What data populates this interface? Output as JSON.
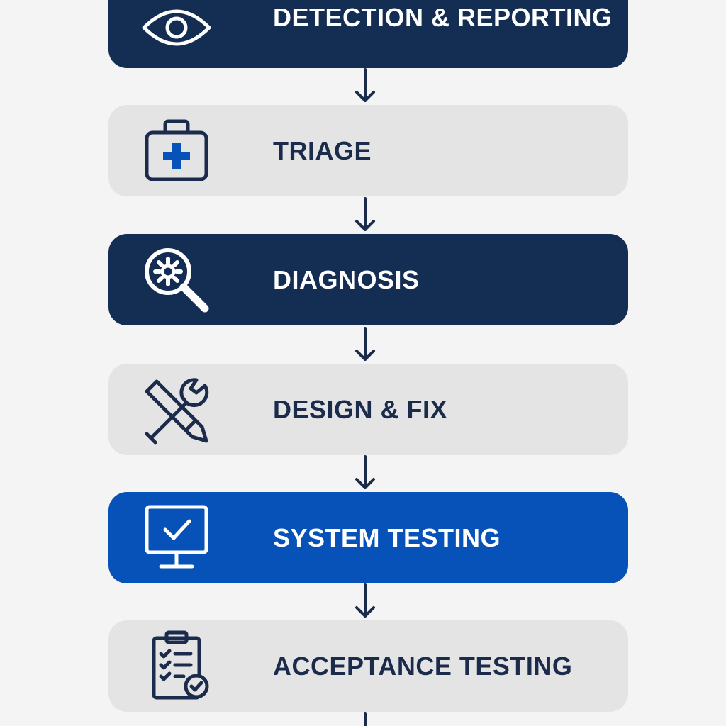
{
  "flow": {
    "steps": [
      {
        "label": "DETECTION & REPORTING",
        "icon": "eye-icon",
        "style": "dark"
      },
      {
        "label": "TRIAGE",
        "icon": "first-aid-kit-icon",
        "style": "light"
      },
      {
        "label": "DIAGNOSIS",
        "icon": "magnifier-gear-icon",
        "style": "dark"
      },
      {
        "label": "DESIGN & FIX",
        "icon": "wrench-pencil-icon",
        "style": "light"
      },
      {
        "label": "SYSTEM TESTING",
        "icon": "monitor-check-icon",
        "style": "accent"
      },
      {
        "label": "ACCEPTANCE TESTING",
        "icon": "clipboard-checklist-icon",
        "style": "light"
      }
    ]
  },
  "colors": {
    "dark": "#142d52",
    "light": "#e4e4e4",
    "accent": "#0752b8",
    "background": "#f4f4f4",
    "arrow": "#1b2b4b"
  }
}
